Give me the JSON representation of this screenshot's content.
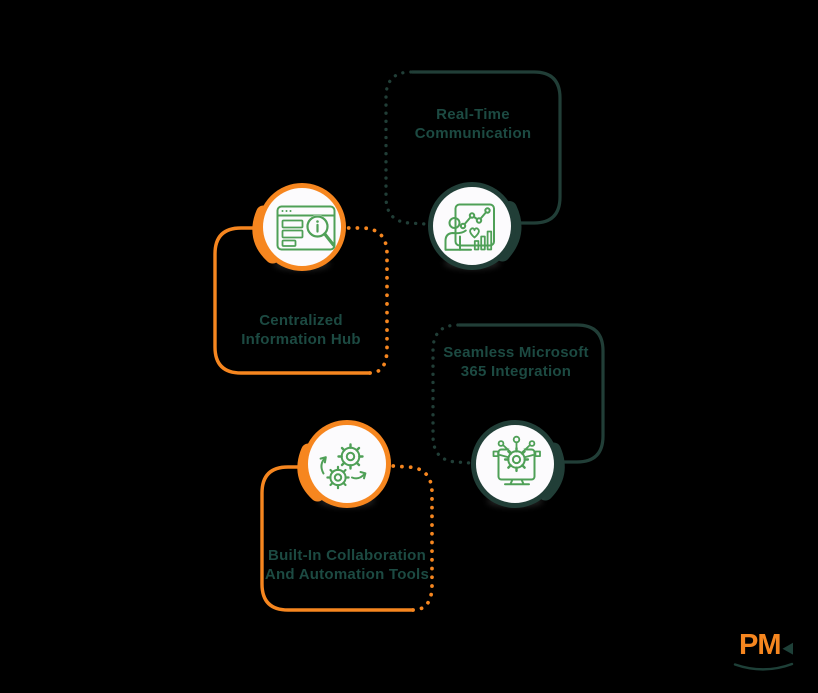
{
  "colors": {
    "background": "#000000",
    "orange_accent": "#F6861F",
    "teal_accent": "#213E37",
    "title_text": "#1C4A42",
    "icon_green": "#4FA057",
    "circle_fill": "#FCFBFD"
  },
  "cards": [
    {
      "id": "real-time-communication",
      "line1": "Real-Time",
      "line2": "Communication",
      "accent": "teal",
      "icon": "presentation-chart-icon"
    },
    {
      "id": "centralized-information-hub",
      "line1": "Centralized",
      "line2": "Information Hub",
      "accent": "orange",
      "icon": "browser-search-icon"
    },
    {
      "id": "seamless-microsoft-365-integration",
      "line1": "Seamless Microsoft",
      "line2": "365 Integration",
      "accent": "teal",
      "icon": "monitor-integration-icon"
    },
    {
      "id": "built-in-collaboration-automation",
      "line1": "Built-In Collaboration",
      "line2": "And Automation Tools",
      "accent": "orange",
      "icon": "gears-automation-icon"
    }
  ],
  "logo": {
    "text": "PM",
    "arrow_icon": "logo-arrow-icon",
    "swoosh_icon": "logo-swoosh-icon"
  }
}
